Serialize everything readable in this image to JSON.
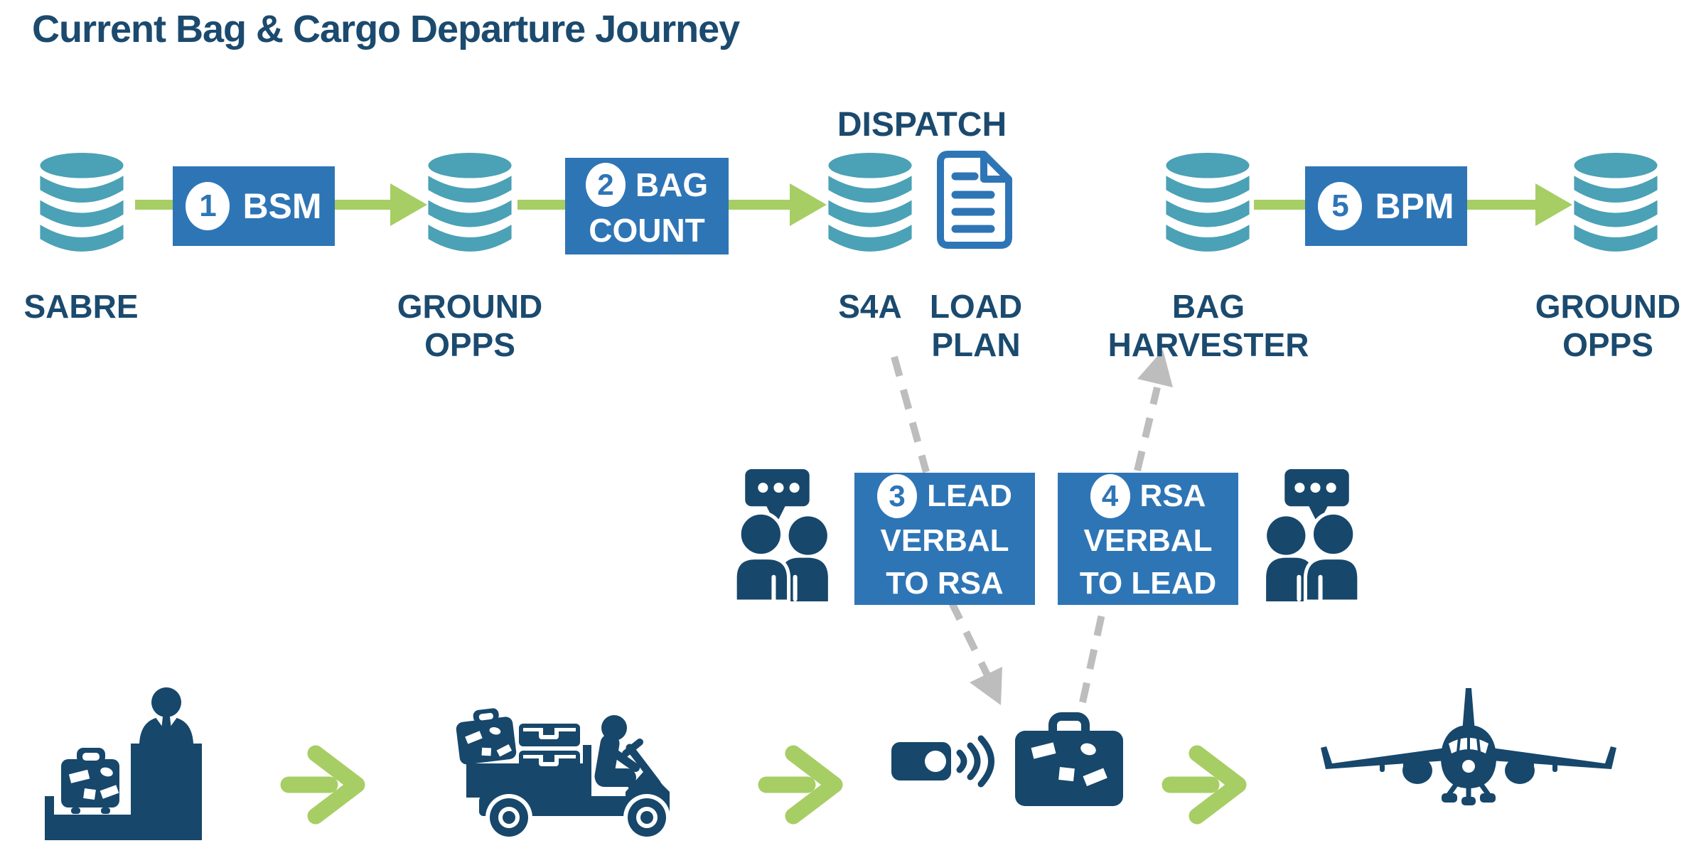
{
  "title": "Current Bag & Cargo Departure Journey",
  "dispatch_label": "DISPATCH",
  "nodes": {
    "sabre": {
      "line1": "SABRE"
    },
    "ground_opps_left": {
      "line1": "GROUND",
      "line2": "OPPS"
    },
    "s4a": {
      "line1": "S4A"
    },
    "load_plan": {
      "line1": "LOAD",
      "line2": "PLAN"
    },
    "bag_harvester": {
      "line1": "BAG",
      "line2": "HARVESTER"
    },
    "ground_opps_right": {
      "line1": "GROUND",
      "line2": "OPPS"
    }
  },
  "steps": {
    "bsm": {
      "num": "1",
      "label": "BSM"
    },
    "bag_count": {
      "num": "2",
      "line1": "BAG",
      "line2": "COUNT"
    },
    "lead_verbal": {
      "num": "3",
      "line1": "LEAD",
      "line2": "VERBAL",
      "line3": "TO RSA"
    },
    "rsa_verbal": {
      "num": "4",
      "line1": "RSA",
      "line2": "VERBAL",
      "line3": "TO LEAD"
    },
    "bpm": {
      "num": "5",
      "label": "BPM"
    }
  },
  "colors": {
    "navy": "#17476b",
    "teal": "#4ba1b5",
    "blue": "#2e75b6",
    "green": "#a6ce64",
    "grey": "#bdbdbd",
    "text": "#1b4a6e"
  }
}
